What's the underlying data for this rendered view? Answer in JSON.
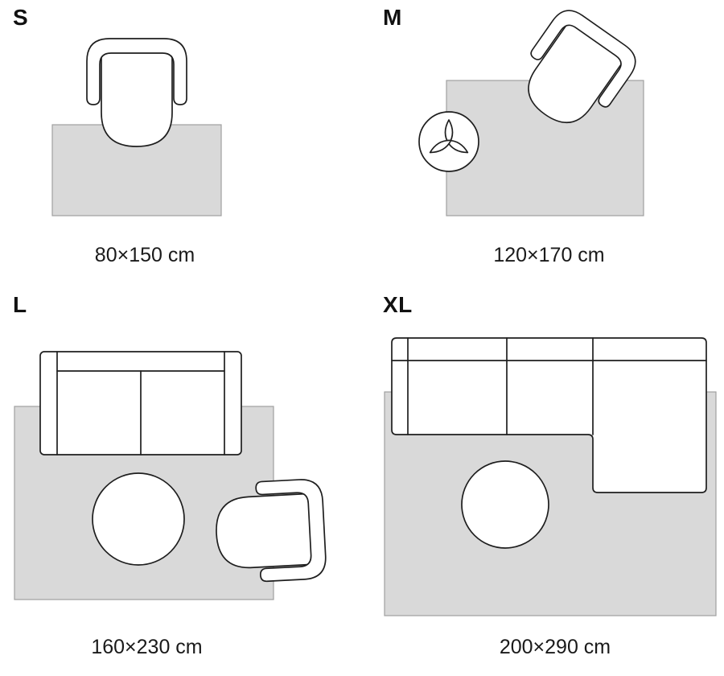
{
  "diagram": {
    "type": "rug-size-guide",
    "unit": "cm",
    "colors": {
      "background": "#ffffff",
      "rug_fill": "#d9d9d9",
      "rug_border": "#a0a0a0",
      "furniture_outline": "#1e1e1e",
      "text": "#111111"
    },
    "options": [
      {
        "size_label": "S",
        "dimensions": "80×150 cm",
        "furniture": [
          "armchair-icon"
        ]
      },
      {
        "size_label": "M",
        "dimensions": "120×170 cm",
        "furniture": [
          "armchair-icon",
          "plant-icon"
        ]
      },
      {
        "size_label": "L",
        "dimensions": "160×230 cm",
        "furniture": [
          "sofa-icon",
          "coffee-table-icon",
          "armchair-icon"
        ]
      },
      {
        "size_label": "XL",
        "dimensions": "200×290 cm",
        "furniture": [
          "sectional-sofa-icon",
          "coffee-table-icon"
        ]
      }
    ]
  }
}
